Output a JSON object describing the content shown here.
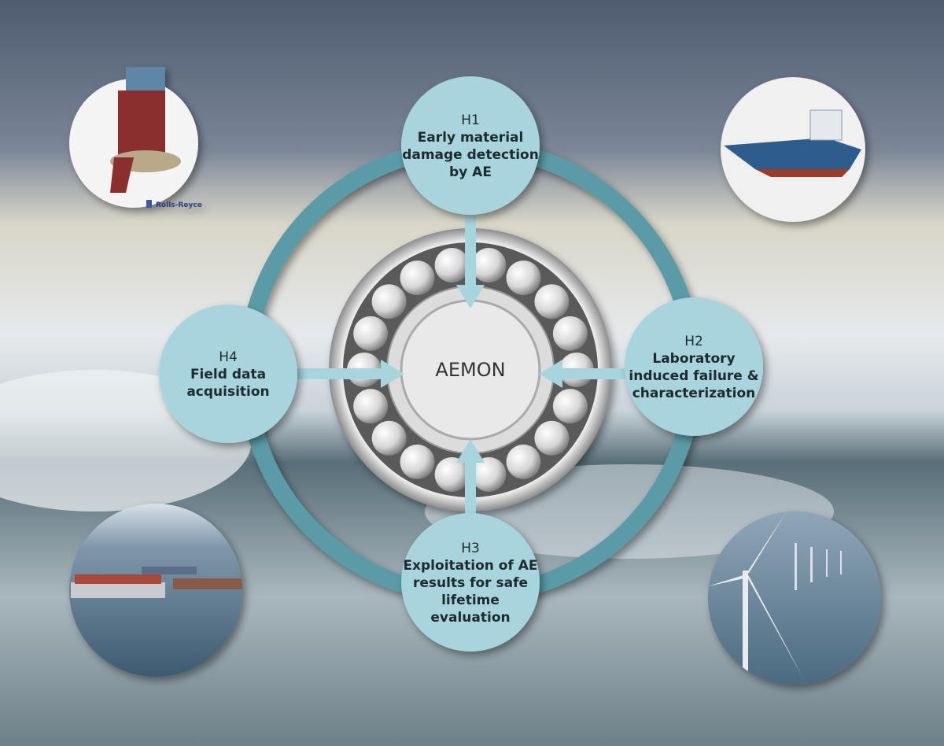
{
  "center_label": "AEMON",
  "logo_text": "Rolls-Royce",
  "nodes": [
    {
      "id": "H1",
      "lines": [
        "Early material",
        "damage detection",
        "by AE"
      ]
    },
    {
      "id": "H2",
      "lines": [
        "Laboratory",
        "induced failure &",
        "characterization"
      ]
    },
    {
      "id": "H3",
      "lines": [
        "Exploitation of AE",
        "results for safe",
        "lifetime",
        "evaluation"
      ]
    },
    {
      "id": "H4",
      "lines": [
        "Field data",
        "acquisition"
      ]
    }
  ],
  "photos": [
    "thruster-propulsion-unit",
    "offshore-supply-vessel",
    "container-ships",
    "offshore-wind-turbines"
  ],
  "colors": {
    "node_fill": "#a8d4de",
    "ring": "#5a9ba7",
    "arrow": "#a8d4de"
  }
}
